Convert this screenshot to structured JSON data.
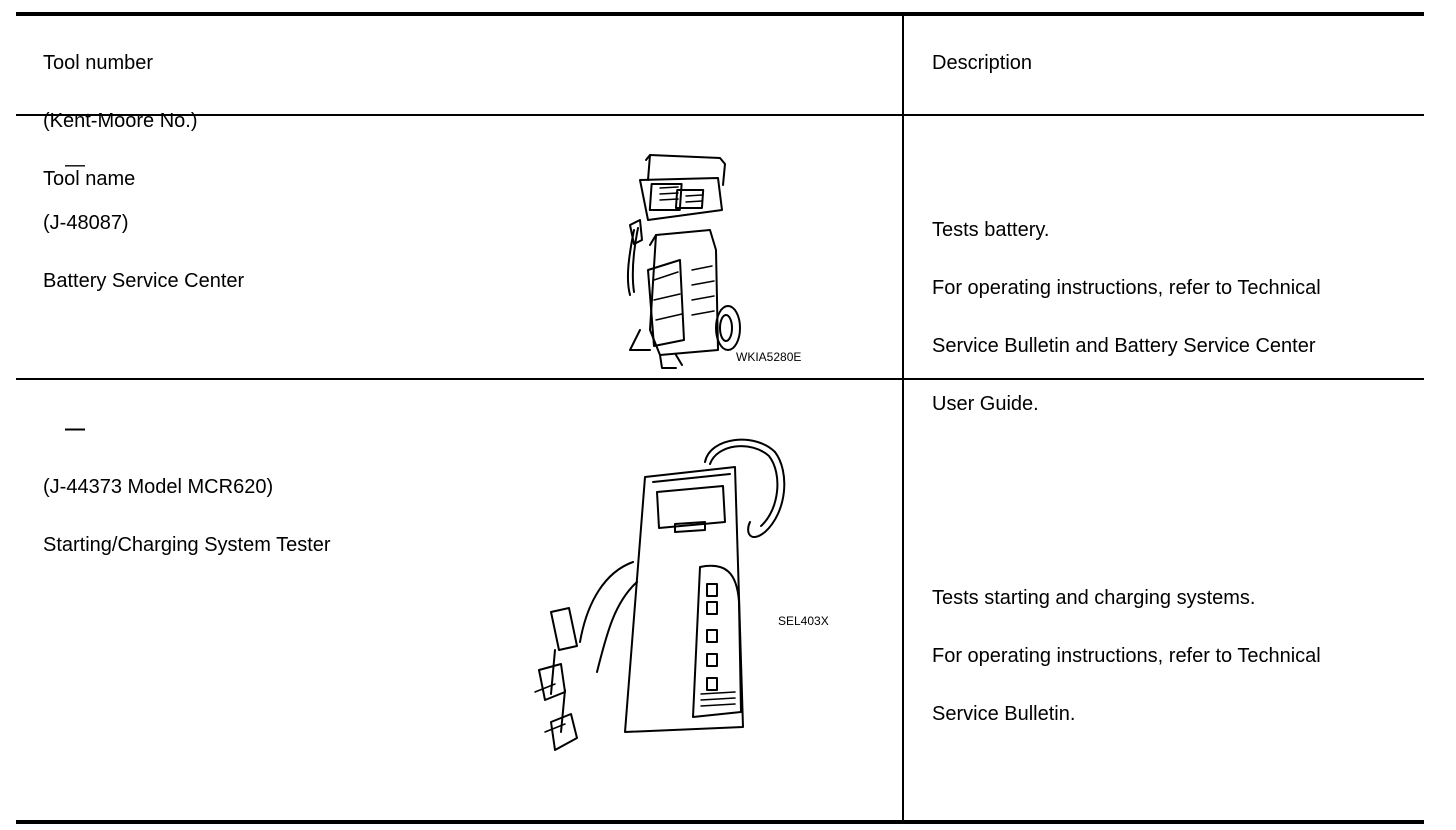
{
  "table": {
    "header": {
      "left_lines": [
        "Tool number",
        "(Kent-Moore No.)",
        "Tool name"
      ],
      "right": "Description"
    },
    "rows": [
      {
        "tool_number": "—",
        "kent_moore": "(J-48087)",
        "tool_name": "Battery Service Center",
        "figure_id": "WKIA5280E",
        "figure_icon": "battery-service-center-illustration",
        "description_lines": [
          "Tests battery.",
          "For operating instructions, refer to Technical",
          "Service Bulletin and Battery Service Center",
          "User Guide."
        ]
      },
      {
        "tool_number": "—",
        "kent_moore": "(J-44373 Model MCR620)",
        "tool_name": "Starting/Charging System Tester",
        "figure_id": "SEL403X",
        "figure_icon": "charging-system-tester-illustration",
        "description_lines": [
          "Tests starting and charging systems.",
          "For operating instructions, refer to Technical",
          "Service Bulletin."
        ]
      }
    ]
  }
}
